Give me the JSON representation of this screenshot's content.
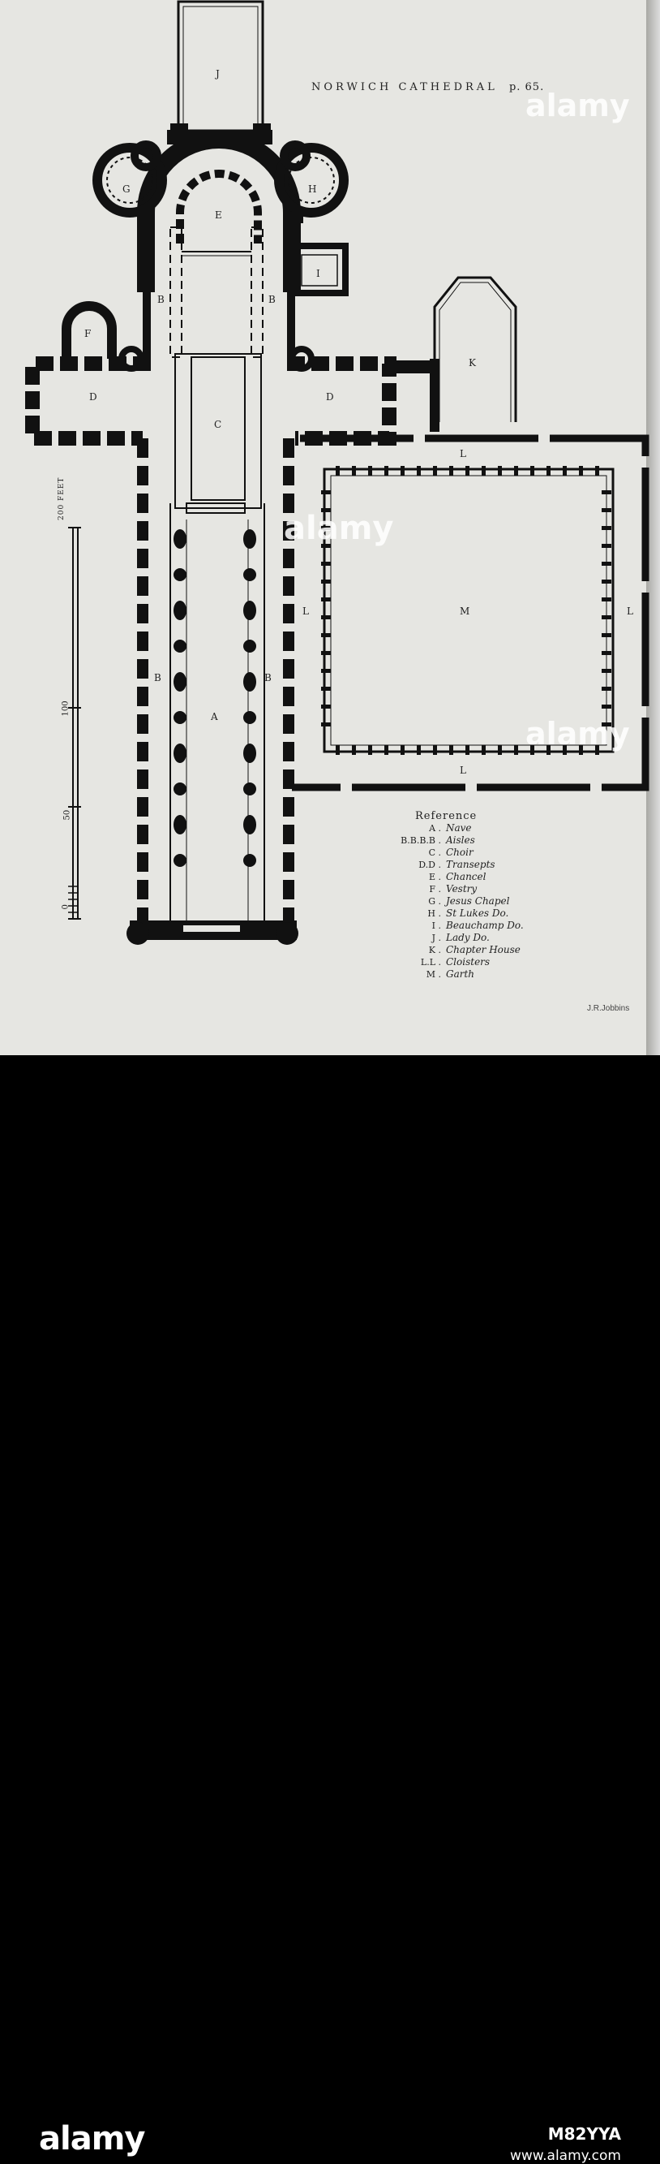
{
  "title": "NORWICH CATHEDRAL",
  "page_ref": "p. 65.",
  "scale": {
    "label": "200 FEET",
    "ticks": [
      "0",
      "50",
      "100"
    ]
  },
  "labels": {
    "nave": "A",
    "aisle": "B",
    "choir": "C",
    "transept": "D",
    "chancel": "E",
    "vestry": "F",
    "jesus_chapel": "G",
    "st_lukes": "H",
    "beauchamp": "I",
    "lady_chapel": "J",
    "chapter_house": "K",
    "cloister": "L",
    "garth": "M"
  },
  "reference": {
    "heading": "Reference",
    "items": [
      {
        "key": "A .",
        "value": "Nave"
      },
      {
        "key": "B.B.B.B .",
        "value": "Aisles"
      },
      {
        "key": "C .",
        "value": "Choir"
      },
      {
        "key": "D.D .",
        "value": "Transepts"
      },
      {
        "key": "E .",
        "value": "Chancel"
      },
      {
        "key": "F .",
        "value": "Vestry"
      },
      {
        "key": "G .",
        "value": "Jesus Chapel"
      },
      {
        "key": "H .",
        "value": "St Lukes Do."
      },
      {
        "key": "I .",
        "value": "Beauchamp Do."
      },
      {
        "key": "J .",
        "value": "Lady Do."
      },
      {
        "key": "K .",
        "value": "Chapter House"
      },
      {
        "key": "L.L .",
        "value": "Cloisters"
      },
      {
        "key": "M .",
        "value": "Garth"
      }
    ]
  },
  "engraver": "J.R.Jobbins",
  "watermark": "alamy",
  "stock": {
    "logo": "alamy",
    "image_id": "M82YYA",
    "url": "www.alamy.com"
  }
}
